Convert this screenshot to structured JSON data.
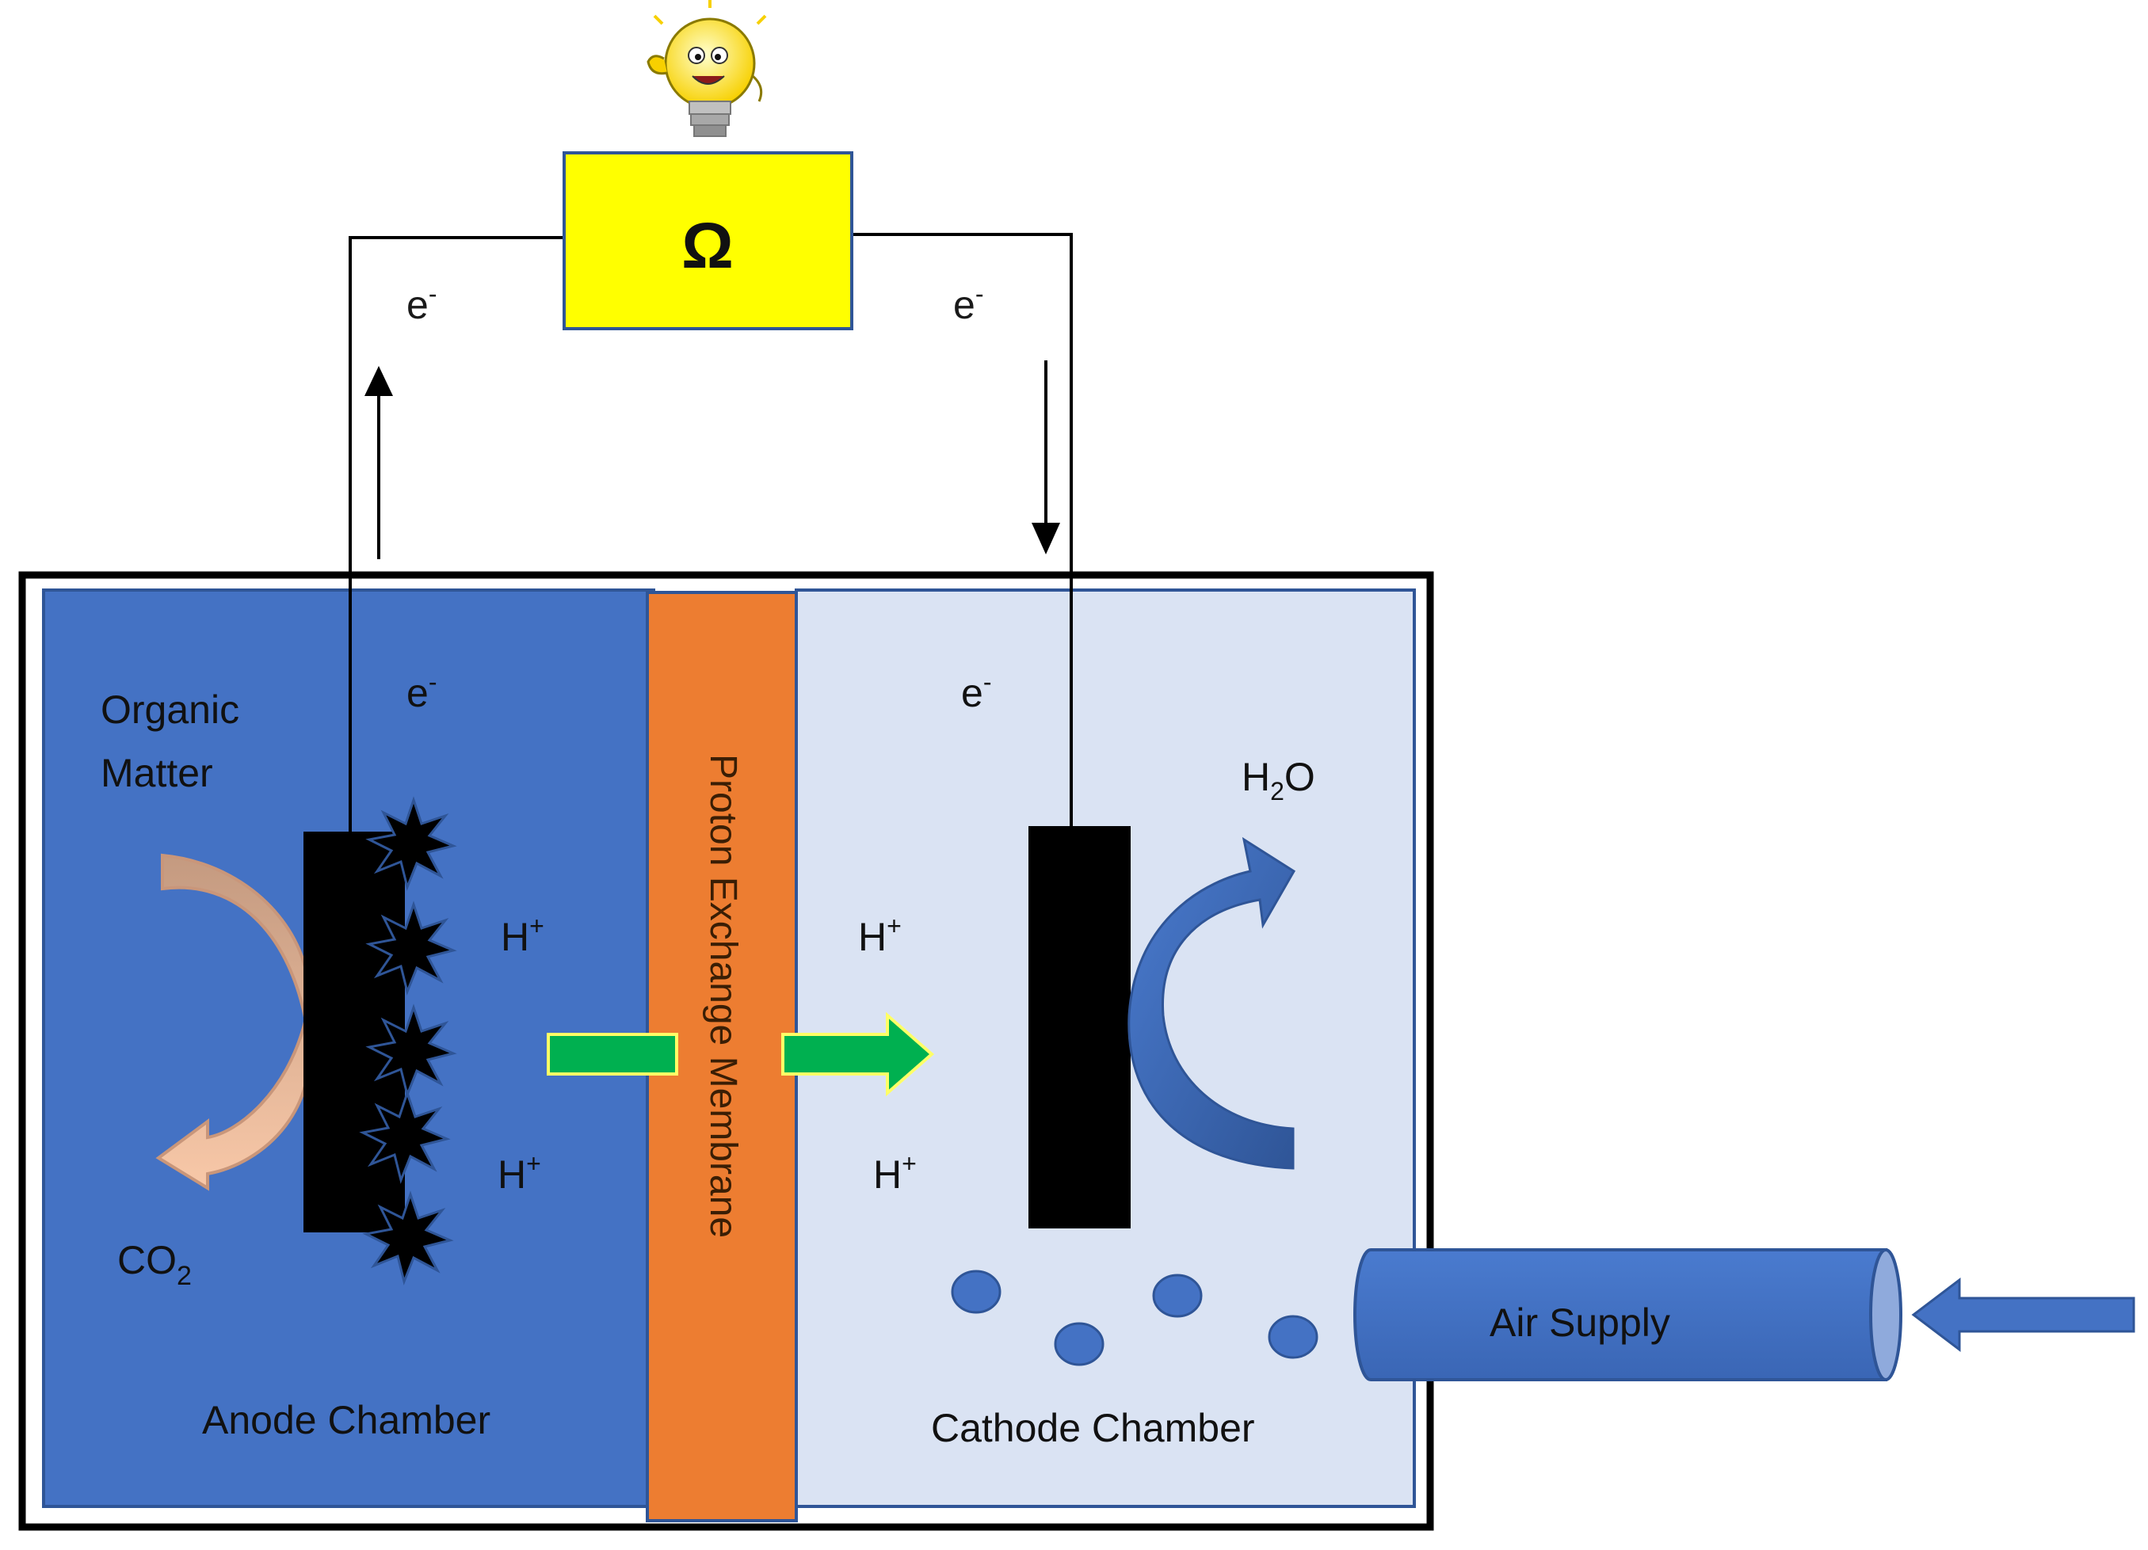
{
  "diagram": {
    "resistor_symbol": "Ω",
    "electron": {
      "base": "e",
      "sup": "-"
    },
    "proton": {
      "base": "H",
      "sup": "+"
    },
    "labels": {
      "organic_matter_line1": "Organic",
      "organic_matter_line2": "Matter",
      "co2_base": "CO",
      "co2_sub": "2",
      "h2o_h": "H",
      "h2o_sub": "2",
      "h2o_o": "O",
      "anode_chamber": "Anode Chamber",
      "cathode_chamber": "Cathode Chamber",
      "membrane": "Proton Exchange Membrane",
      "air_supply": "Air Supply"
    },
    "icons": [
      "lightbulb-icon",
      "bacteria-icon"
    ],
    "colors": {
      "anode_fill": "#4472c4",
      "cathode_fill": "#dae3f3",
      "membrane_fill": "#ed7d31",
      "resistor_fill": "#ffff00",
      "proton_arrow": "#00b050",
      "organic_arrow": "#f4b183",
      "water_arrow": "#4472c4",
      "electrode": "#000000"
    }
  }
}
